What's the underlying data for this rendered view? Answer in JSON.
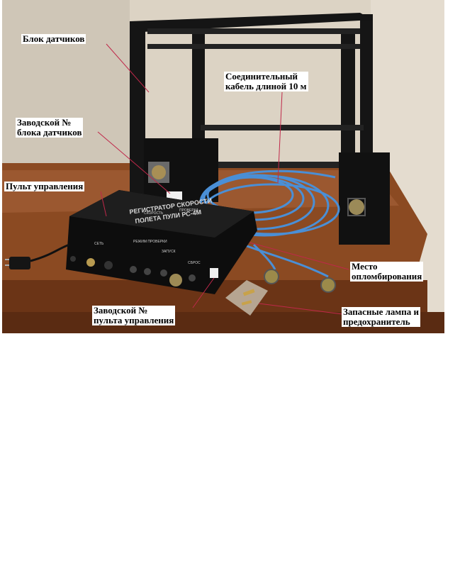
{
  "photo": {
    "subject": "speed-registrator-device",
    "panel_labels": {
      "title_line1": "РЕГИСТРАТОР СКОРОСТИ",
      "title_line2": "ПОЛЕТА ПУЛИ   РС-4М",
      "speed": "СКОРОСТЬ",
      "check": "ПРОВЕРКА",
      "power": "СЕТЬ",
      "mode": "РЕЖИМ ПРОВЕРКИ",
      "launch": "ЗАПУСК",
      "reset": "СБРОС"
    }
  },
  "callouts": {
    "sensor_block": "Блок датчиков",
    "cable": [
      "Соединительный",
      "кабель длиной 10 м"
    ],
    "sensor_serial": [
      "Заводской №",
      "блока датчиков"
    ],
    "control_panel": "Пульт управления",
    "seal_place": [
      "Место",
      "опломбирования"
    ],
    "panel_serial": [
      "Заводской №",
      "пульта управления"
    ],
    "spare_parts": [
      "Запасные лампа и",
      "предохранитель"
    ]
  },
  "colors": {
    "leader_line": "#c0284a",
    "cable": "#4a8fd6",
    "table": "#7a3a1a"
  }
}
